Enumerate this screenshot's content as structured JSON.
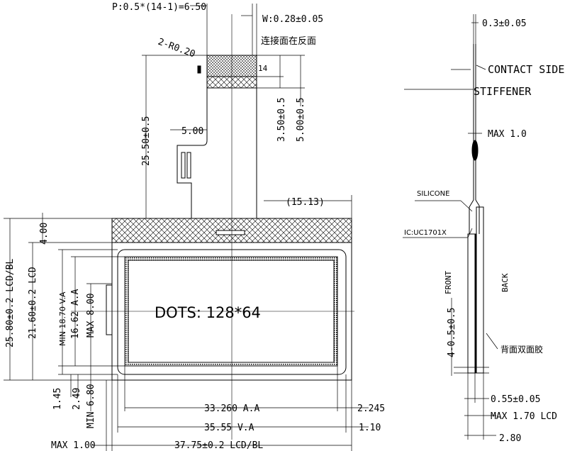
{
  "top": {
    "pitch": "P:0.5*(14-1)=6.50",
    "width": "W:0.28±0.05",
    "radius": "2-R0.20",
    "contact_note": "连接面在反面",
    "pin_count": "14"
  },
  "dims": {
    "fpc_width": "5.00",
    "fpc_length": "25.50±0.5",
    "tab_length": "3.50±0.5",
    "tab_total": "5.00±0.5",
    "fpc_offset": "(15.13)",
    "top_border": "4.00",
    "height_lcd_bl": "25.80±0.2 LCD/BL",
    "height_lcd": "21.60±0.2 LCD",
    "va_height": "MIN 18.70 V.A",
    "aa_height": "16.62 A.A",
    "max_8": "MAX 8.00",
    "min_145": "1.45",
    "min_249": "2.49",
    "min_680": "MIN 6.80",
    "aa_width": "33.260 A.A",
    "aa_right": "2.245",
    "va_width": "35.55 V.A",
    "va_right": "1.10",
    "max_100": "MAX 1.00",
    "width_lcd_bl": "37.75±0.2 LCD/BL"
  },
  "display": {
    "dots": "DOTS: 128*64"
  },
  "side": {
    "thickness_03": "0.3±0.05",
    "contact_side": "CONTACT SIDE",
    "stiffener": "STIFFENER",
    "max_10": "MAX 1.0",
    "silicone": "SILICONE",
    "ic": "IC:UC1701X",
    "front": "FRONT",
    "back": "BACK",
    "tape_dim": "4-0.5±0.5",
    "tape_note": "背面双面胶",
    "dim_055": "0.55±0.05",
    "max_170": "MAX 1.70 LCD",
    "dim_280": "2.80"
  }
}
